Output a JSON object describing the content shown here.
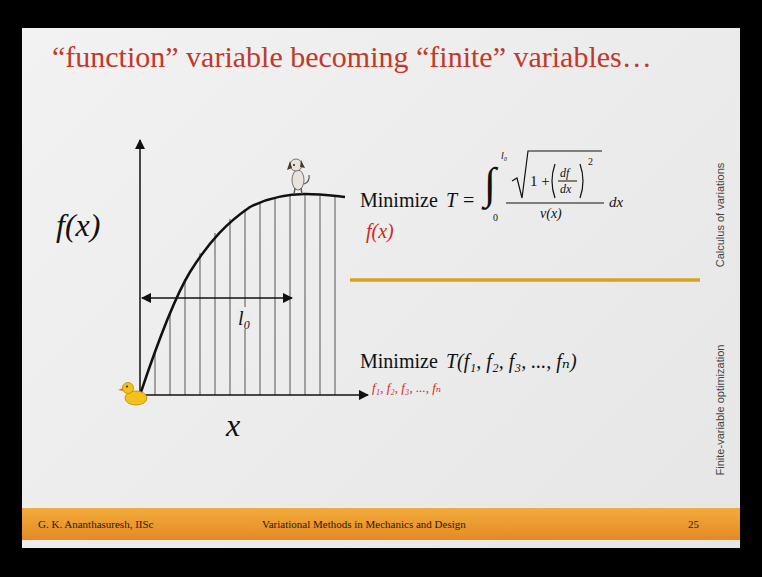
{
  "diagram": {
    "title": "“function” variable becoming “finite” variables…",
    "nodes": [
      {
        "text": [
          "G. K. Ananthasuresh, IISc",
          "Variational Methods in Mechanics and Design",
          "25"
        ]
      }
    ],
    "labels": [
      "f(x)",
      "l₀",
      "x",
      "Minimize",
      "T =",
      "∫",
      "l₀",
      "0",
      "1 +",
      "df",
      "dx",
      "2",
      "v(x)",
      "dx",
      "f(x)",
      "Calculus of variations",
      "Minimize",
      "T(f₁, f₂, f₃, ..., fₙ)",
      "f₁, f₂, f₃, ..., fₙ",
      "Finite-variable optimization"
    ]
  }
}
